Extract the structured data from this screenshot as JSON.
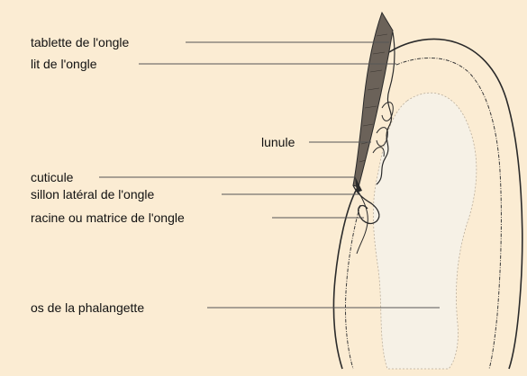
{
  "diagram": {
    "labels": {
      "nail_plate": "tablette de l'ongle",
      "nail_bed": "lit de l'ongle",
      "lunula": "lunule",
      "cuticle": "cuticule",
      "lateral_fold": "sillon latéral de l'ongle",
      "matrix": "racine ou matrice de l'ongle",
      "phalanx_bone": "os de la phalangette"
    },
    "colors": {
      "background": "#fbecd3",
      "ink": "#2a2a2a",
      "nail_fill": "#6b6259",
      "bone_shade": "#f6f1e6"
    }
  }
}
